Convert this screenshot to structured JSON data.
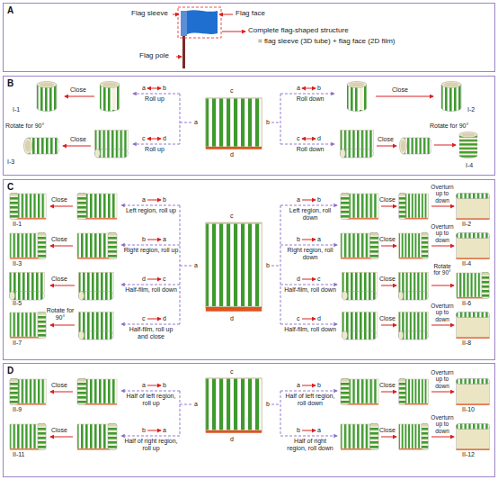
{
  "diagram": {
    "nodes": [
      {
        "text": [
          "A"
        ]
      },
      {
        "text": [
          "B"
        ]
      },
      {
        "text": [
          "C"
        ]
      },
      {
        "text": [
          "D"
        ]
      }
    ],
    "labels": [
      "Flag sleeve",
      "Flag face",
      "Complete flag-shaped structure",
      "= flag sleeve (3D tube) + flag face (2D film)",
      "Flag pole",
      "c",
      "a",
      "b",
      "d",
      "a",
      "b",
      "Roll up",
      "c",
      "d",
      "Roll up",
      "a",
      "b",
      "Roll down",
      "c",
      "d",
      "Roll down",
      "Close",
      "I-1",
      "Close",
      "Rotate for 90°",
      "I-3",
      "Close",
      "I-2",
      "Close",
      "Rotate for 90°",
      "I-4",
      "c",
      "a",
      "b",
      "d",
      "a",
      "b",
      "Left region, roll up",
      "Close",
      "II-1",
      "b",
      "a",
      "Right region, roll up",
      "Close",
      "II-3",
      "d",
      "c",
      "Half-film, roll down",
      "Close",
      "II-5",
      "c",
      "d",
      "Half-film, roll up and close",
      "Rotate for 90°",
      "II-7",
      "a",
      "b",
      "Left region, roll down",
      "Close",
      "Overturn up to down",
      "II-2",
      "b",
      "a",
      "Right region, roll down",
      "Close",
      "Overturn up to down",
      "II-4",
      "d",
      "c",
      "Half-film, roll down",
      "Close",
      "Rotate for 90°",
      "II-6",
      "c",
      "d",
      "Half-film, roll down",
      "Close",
      "Overturn up to down",
      "II-8",
      "c",
      "a",
      "b",
      "d",
      "a",
      "b",
      "Half of left region, roll up",
      "Close",
      "II-9",
      "b",
      "a",
      "Half of right region, roll up",
      "Close",
      "II-11",
      "a",
      "b",
      "Half of left region, roll down",
      "Close",
      "Overturn up to down",
      "II-10",
      "b",
      "a",
      "Half of right region, roll down",
      "Close",
      "Overturn up to down",
      "II-12"
    ]
  }
}
